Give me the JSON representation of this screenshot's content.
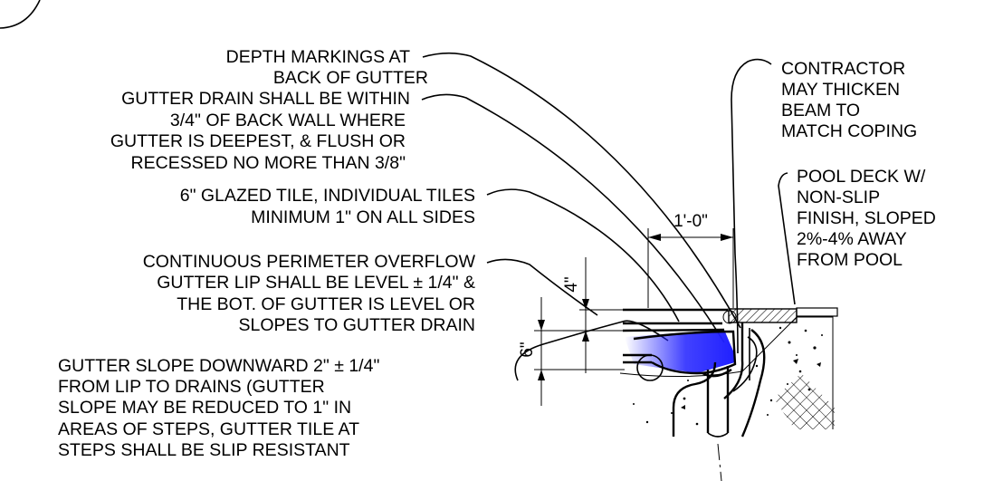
{
  "callouts": {
    "depth_markings": [
      "DEPTH MARKINGS AT",
      "BACK OF GUTTER"
    ],
    "gutter_drain": [
      "GUTTER DRAIN SHALL BE WITHIN",
      "3/4\" OF BACK WALL WHERE",
      "GUTTER IS DEEPEST, & FLUSH OR",
      "RECESSED NO MORE THAN 3/8\""
    ],
    "glazed_tile": [
      "6\" GLAZED TILE, INDIVIDUAL TILES",
      "MINIMUM 1\" ON ALL SIDES"
    ],
    "overflow_gutter": [
      "CONTINUOUS PERIMETER OVERFLOW",
      "GUTTER LIP SHALL BE LEVEL ± 1/4\" &",
      "THE BOT. OF GUTTER IS LEVEL OR",
      "SLOPES TO GUTTER DRAIN"
    ],
    "gutter_slope": [
      "GUTTER SLOPE DOWNWARD 2\" ± 1/4\"",
      "FROM LIP TO DRAINS (GUTTER",
      "SLOPE MAY BE REDUCED TO 1\" IN",
      "AREAS OF STEPS, GUTTER TILE AT",
      "STEPS SHALL BE SLIP RESISTANT"
    ],
    "contractor": [
      "CONTRACTOR",
      "MAY THICKEN",
      "BEAM TO",
      "MATCH COPING"
    ],
    "pool_deck": [
      "POOL DECK W/",
      "NON-SLIP",
      "FINISH, SLOPED",
      "2%-4% AWAY",
      "FROM POOL"
    ]
  },
  "dimensions": {
    "width_1ft": "1'-0\"",
    "height_4in": "4\"",
    "height_6in": "6\""
  },
  "colors": {
    "water": "#2020ff",
    "lines": "#000000"
  }
}
